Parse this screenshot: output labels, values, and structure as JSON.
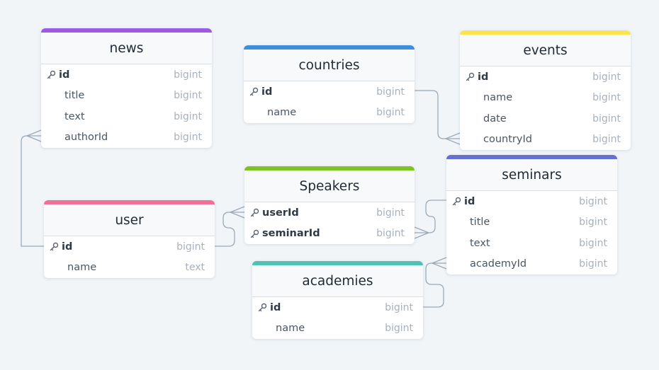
{
  "colors": {
    "news": "#9b59e6",
    "countries": "#3b8fdc",
    "events": "#fbe54a",
    "speakers": "#7ec320",
    "user": "#ef6f96",
    "seminars": "#6471cf",
    "academies": "#4ec2b3",
    "link": "#9aa9b8"
  },
  "tables": {
    "news": {
      "title": "news",
      "fields": [
        {
          "name": "id",
          "type": "bigint",
          "pk": true
        },
        {
          "name": "title",
          "type": "bigint",
          "pk": false
        },
        {
          "name": "text",
          "type": "bigint",
          "pk": false
        },
        {
          "name": "authorId",
          "type": "bigint",
          "pk": false
        }
      ]
    },
    "countries": {
      "title": "countries",
      "fields": [
        {
          "name": "id",
          "type": "bigint",
          "pk": true
        },
        {
          "name": "name",
          "type": "bigint",
          "pk": false
        }
      ]
    },
    "events": {
      "title": "events",
      "fields": [
        {
          "name": "id",
          "type": "bigint",
          "pk": true
        },
        {
          "name": "name",
          "type": "bigint",
          "pk": false
        },
        {
          "name": "date",
          "type": "bigint",
          "pk": false
        },
        {
          "name": "countryId",
          "type": "bigint",
          "pk": false
        }
      ]
    },
    "speakers": {
      "title": "Speakers",
      "fields": [
        {
          "name": "userId",
          "type": "bigint",
          "pk": true
        },
        {
          "name": "seminarId",
          "type": "bigint",
          "pk": true
        }
      ]
    },
    "user": {
      "title": "user",
      "fields": [
        {
          "name": "id",
          "type": "bigint",
          "pk": true
        },
        {
          "name": "name",
          "type": "text",
          "pk": false
        }
      ]
    },
    "seminars": {
      "title": "seminars",
      "fields": [
        {
          "name": "id",
          "type": "bigint",
          "pk": true
        },
        {
          "name": "title",
          "type": "bigint",
          "pk": false
        },
        {
          "name": "text",
          "type": "bigint",
          "pk": false
        },
        {
          "name": "academyId",
          "type": "bigint",
          "pk": false
        }
      ]
    },
    "academies": {
      "title": "academies",
      "fields": [
        {
          "name": "id",
          "type": "bigint",
          "pk": true
        },
        {
          "name": "name",
          "type": "bigint",
          "pk": false
        }
      ]
    }
  }
}
